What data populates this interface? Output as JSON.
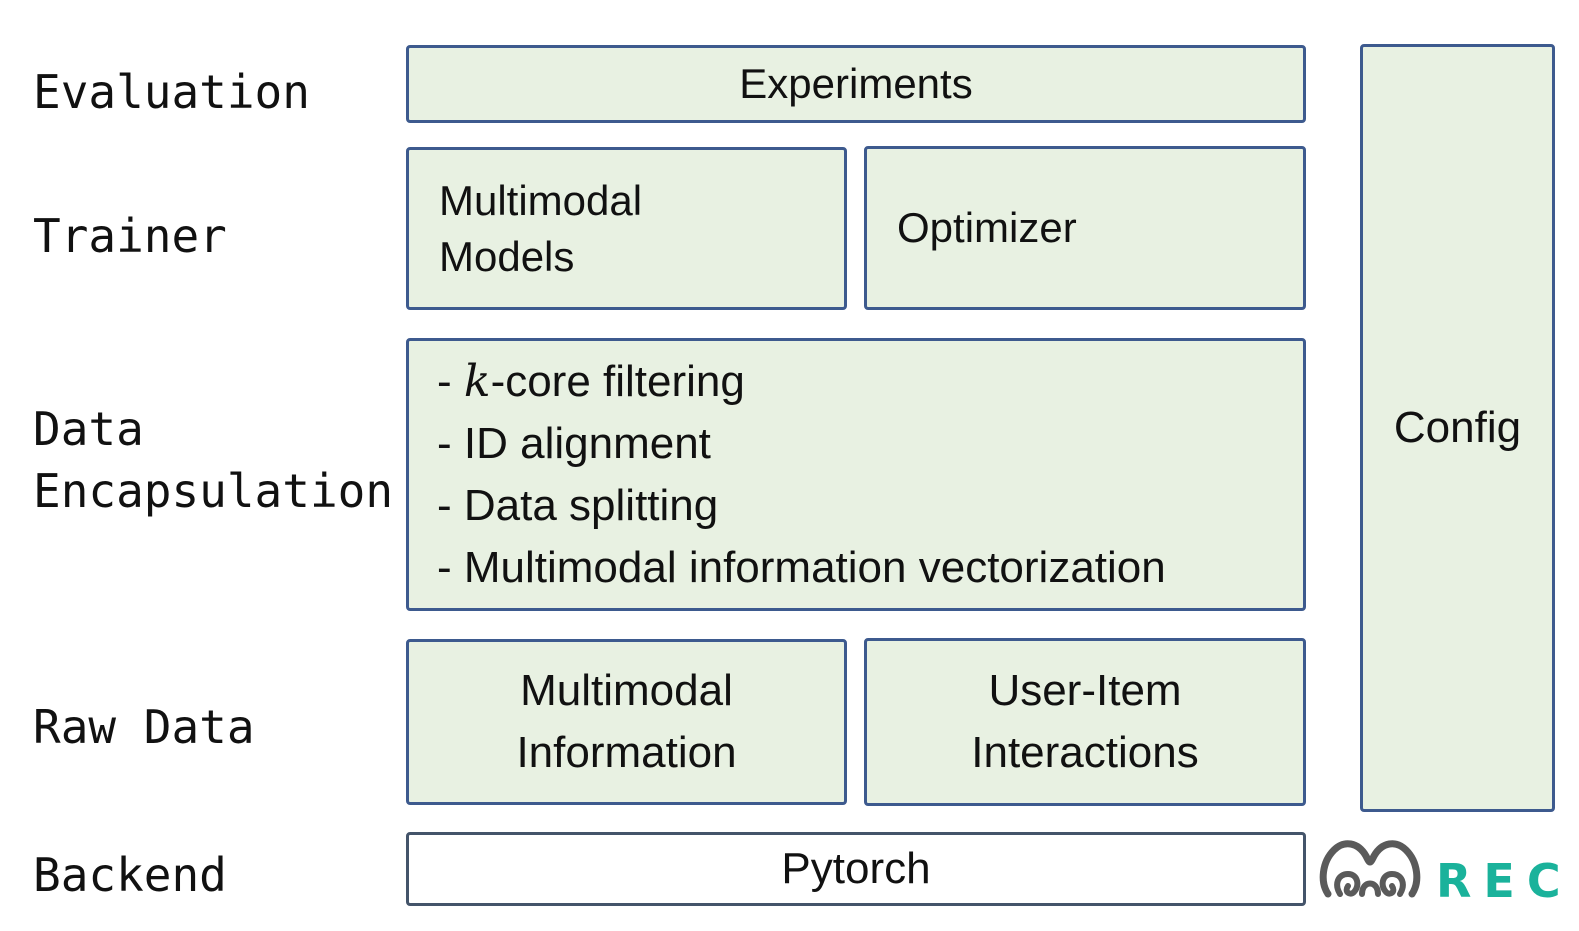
{
  "layers": {
    "evaluation": "Evaluation",
    "trainer": "Trainer",
    "data_line1": "Data",
    "data_line2": "Encapsulation",
    "raw_data": "Raw Data",
    "backend": "Backend"
  },
  "boxes": {
    "experiments": "Experiments",
    "models_line1": "Multimodal",
    "models_line2": "Models",
    "optimizer": "Optimizer",
    "steps": {
      "k_prefix": "- ",
      "k_var": "k",
      "k_rest": "-core filtering",
      "id_alignment": "- ID alignment",
      "data_splitting": "- Data splitting",
      "vectorization": "- Multimodal information vectorization"
    },
    "info_line1": "Multimodal",
    "info_line2": "Information",
    "inter_line1": "User-Item",
    "inter_line2": "Interactions",
    "pytorch": "Pytorch",
    "config": "Config"
  },
  "logo": {
    "text": "REC",
    "icon": "brain-icon"
  },
  "colors": {
    "box_fill": "#e8f1e2",
    "box_border": "#3d5a8e",
    "logo_accent": "#1ab29b",
    "logo_gray": "#5a5a5a"
  }
}
